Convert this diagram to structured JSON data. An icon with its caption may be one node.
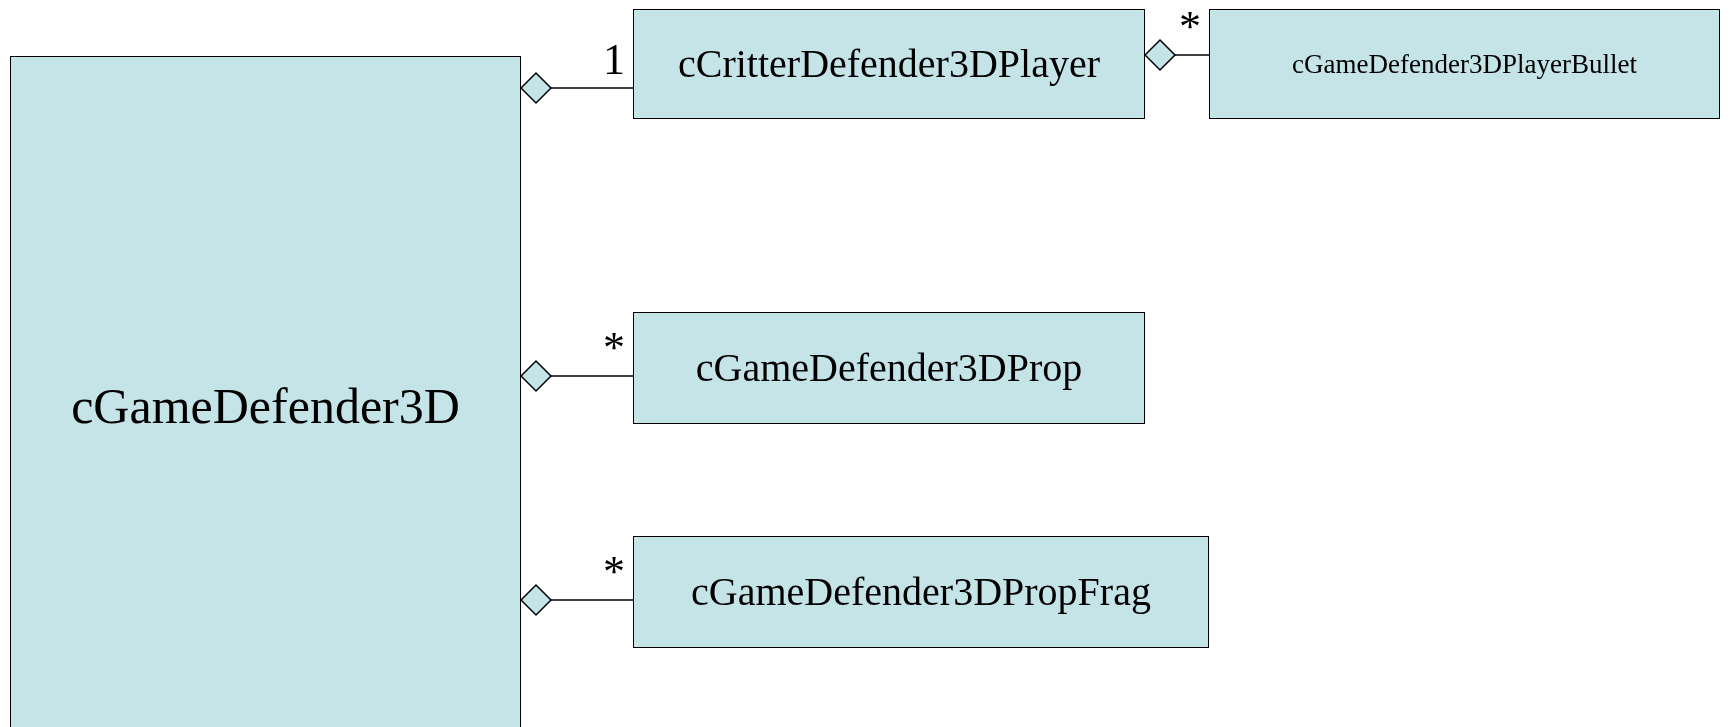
{
  "diagram": {
    "nodes": [
      {
        "text": [
          "cGameDefender3D"
        ]
      },
      {
        "text": [
          "cCritterDefender3DPlayer"
        ]
      },
      {
        "text": [
          "cGameDefender3DPlayerBullet"
        ]
      },
      {
        "text": [
          "cGameDefender3DProp"
        ]
      },
      {
        "text": [
          "cGameDefender3DPropFrag"
        ]
      }
    ],
    "edges": [
      {
        "from": 0,
        "to": 1,
        "arrow": "other",
        "label": "1"
      },
      {
        "from": 1,
        "to": 2,
        "arrow": "other",
        "label": "*"
      },
      {
        "from": 0,
        "to": 3,
        "arrow": "other",
        "label": "*"
      },
      {
        "from": 0,
        "to": 4,
        "arrow": "other",
        "label": "*"
      }
    ]
  }
}
